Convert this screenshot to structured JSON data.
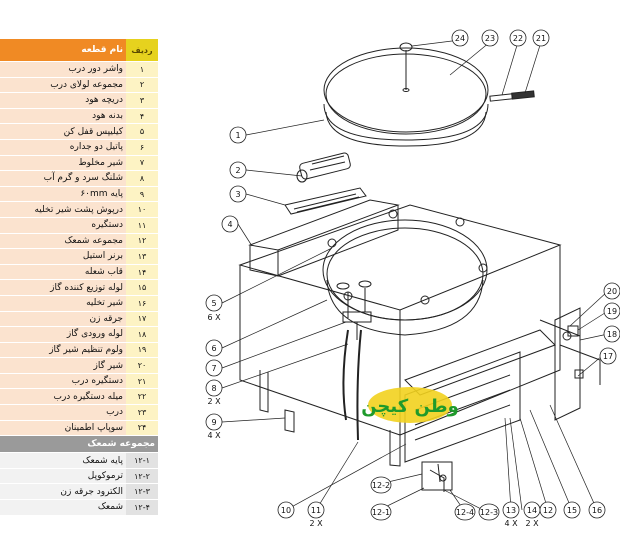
{
  "table": {
    "header": {
      "number": "ردیف",
      "name": "نام قطعه"
    },
    "parts": [
      {
        "number": "۱",
        "name": "واشر دور درب"
      },
      {
        "number": "۲",
        "name": "مجموعه لولای درب"
      },
      {
        "number": "۳",
        "name": "دریچه هود"
      },
      {
        "number": "۴",
        "name": "بدنه هود"
      },
      {
        "number": "۵",
        "name": "کیلیپس قفل کن"
      },
      {
        "number": "۶",
        "name": "پاتیل دو جداره"
      },
      {
        "number": "۷",
        "name": "شیر مخلوط"
      },
      {
        "number": "۸",
        "name": "شلنگ سرد و گرم آب"
      },
      {
        "number": "۹",
        "name": "پایه ۶۰mm"
      },
      {
        "number": "۱۰",
        "name": "درپوش پشت شیر تخلیه"
      },
      {
        "number": "۱۱",
        "name": "دستگیره"
      },
      {
        "number": "۱۲",
        "name": "مجموعه شمعک"
      },
      {
        "number": "۱۳",
        "name": "برنر استیل"
      },
      {
        "number": "۱۴",
        "name": "قاب شعله"
      },
      {
        "number": "۱۵",
        "name": "لوله توزیع کننده گاز"
      },
      {
        "number": "۱۶",
        "name": "شیر تخلیه"
      },
      {
        "number": "۱۷",
        "name": "جرقه زن"
      },
      {
        "number": "۱۸",
        "name": "لوله ورودی گاز"
      },
      {
        "number": "۱۹",
        "name": "ولوم تنظیم شیر گاز"
      },
      {
        "number": "۲۰",
        "name": "شیر گاز"
      },
      {
        "number": "۲۱",
        "name": "دستگیره درب"
      },
      {
        "number": "۲۲",
        "name": "میله دستگیره درب"
      },
      {
        "number": "۲۳",
        "name": "درب"
      },
      {
        "number": "۲۴",
        "name": "سوپاپ اطمینان"
      }
    ],
    "subheader": "مجموعه شمعک",
    "subparts": [
      {
        "number": "۱۲-۱",
        "name": "پایه شمعک"
      },
      {
        "number": "۱۲-۲",
        "name": "ترموکوپل"
      },
      {
        "number": "۱۲-۳",
        "name": "الکترود جرقه زن"
      },
      {
        "number": "۱۲-۴",
        "name": "شمعک"
      }
    ]
  },
  "callouts": {
    "c1": "1",
    "c2": "2",
    "c3": "3",
    "c4": "4",
    "c5": "5",
    "c6": "6",
    "c7": "7",
    "c8": "8",
    "c9": "9",
    "c10": "10",
    "c11": "11",
    "c12": "12",
    "c13": "13",
    "c14": "14",
    "c15": "15",
    "c16": "16",
    "c17": "17",
    "c18": "18",
    "c19": "19",
    "c20": "20",
    "c21": "21",
    "c22": "22",
    "c23": "23",
    "c24": "24",
    "c12_1": "12-1",
    "c12_2": "12-2",
    "c12_3": "12-3",
    "c12_4": "12-4"
  },
  "quantities": {
    "q5": "6 X",
    "q8": "2 X",
    "q9": "4 X",
    "q11": "2 X",
    "q13": "4 X",
    "q14": "2 X"
  },
  "logo": {
    "text": "وطن کیچن",
    "colors": {
      "green": "#1f9a2b",
      "yellow": "#f2d21e"
    }
  }
}
